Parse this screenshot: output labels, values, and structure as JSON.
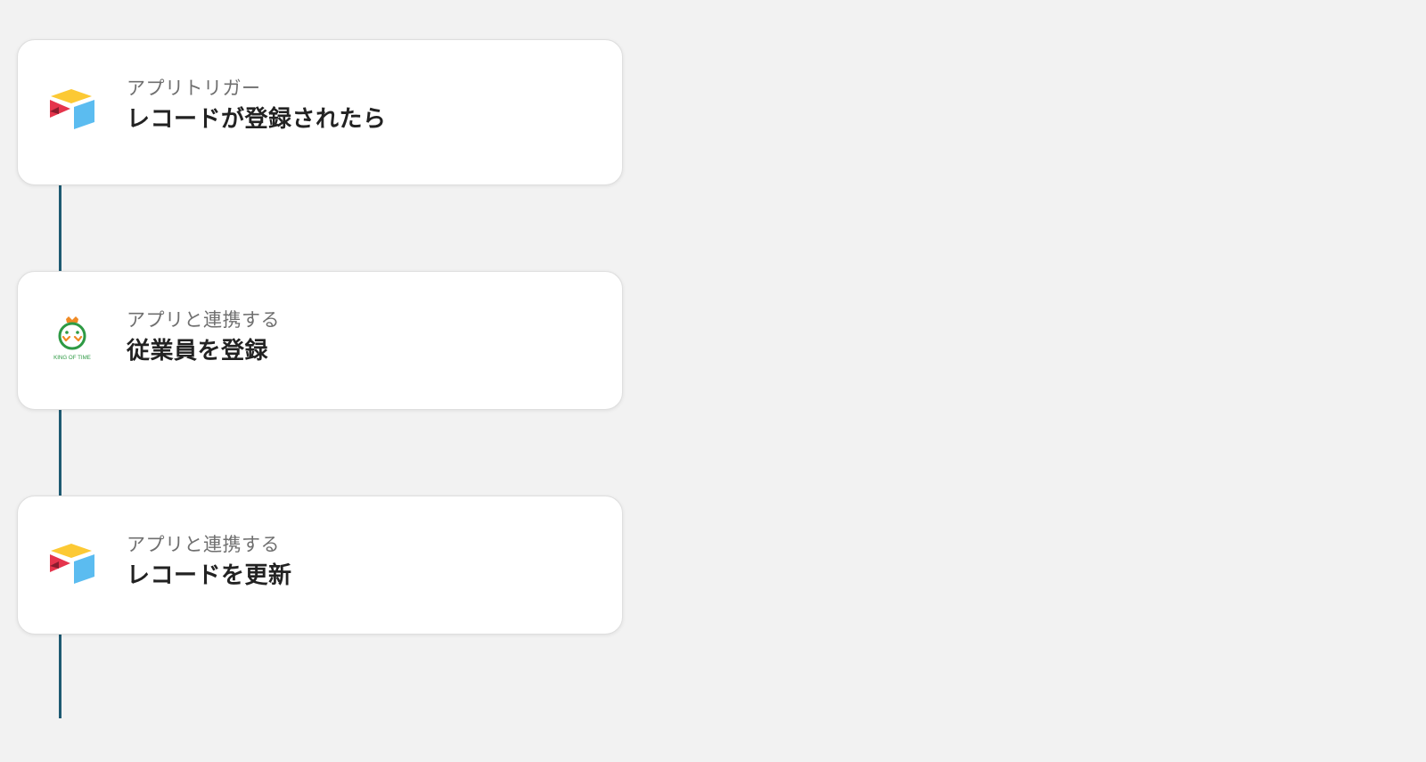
{
  "flow": {
    "steps": [
      {
        "icon": "airtable-icon",
        "label": "アプリトリガー",
        "title": "レコードが登録されたら"
      },
      {
        "icon": "king-of-time-icon",
        "label": "アプリと連携する",
        "title": "従業員を登録",
        "icon_text": "KING OF TIME"
      },
      {
        "icon": "airtable-icon",
        "label": "アプリと連携する",
        "title": "レコードを更新"
      }
    ]
  },
  "colors": {
    "background": "#f2f2f2",
    "connector": "#1e5a72",
    "card": "#ffffff",
    "label_text": "#6f6f6f",
    "title_text": "#222222"
  }
}
